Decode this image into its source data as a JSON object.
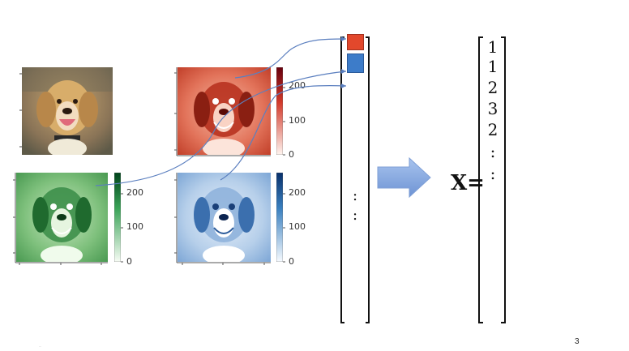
{
  "colors": {
    "red_cell": "#e2482c",
    "blue_cell": "#3d7cc9",
    "arrow_fill": "#8fb0e3",
    "connector": "#5b7fbf"
  },
  "panels": {
    "photo": {
      "name": "dog photo"
    },
    "red": {
      "colorbar": {
        "ticks": [
          "200",
          "100",
          "0"
        ]
      }
    },
    "green": {
      "colorbar": {
        "ticks": [
          "200",
          "100",
          "0"
        ]
      }
    },
    "blue": {
      "colorbar": {
        "ticks": [
          "200",
          "100",
          "0"
        ]
      }
    }
  },
  "column_vector": {
    "ellipsis": [
      ":",
      ":"
    ]
  },
  "x_vector": {
    "label": "X=",
    "values": [
      "1",
      "1",
      "2",
      "3",
      "2",
      ":",
      ":"
    ]
  },
  "page_number": "3",
  "footer_note": "..."
}
